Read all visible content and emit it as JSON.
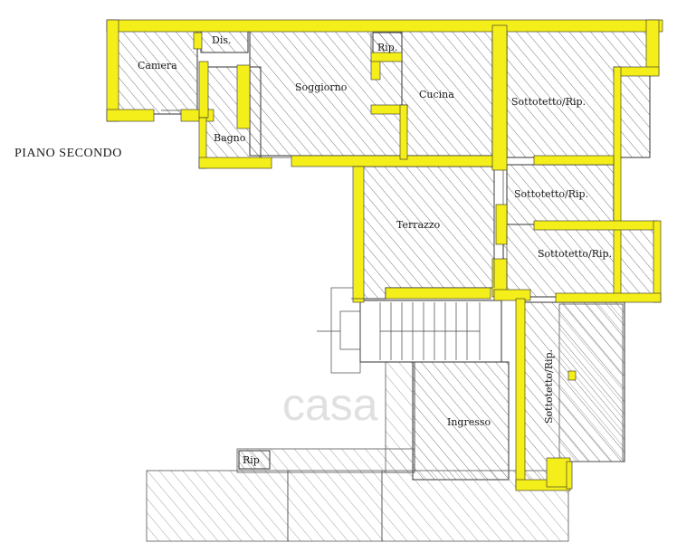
{
  "floor_title": "PIANO SECONDO",
  "watermark": "casa",
  "colors": {
    "wall": "#f4ee1a",
    "hatch": "#555555"
  },
  "rooms": {
    "camera": "Camera",
    "dis": "Dis.",
    "rip_top": "Rip.",
    "soggiorno": "Soggiorno",
    "cucina": "Cucina",
    "bagno": "Bagno",
    "sottotetto_1": "Sottotetto/Rip.",
    "sottotetto_2": "Sottotetto/Rip.",
    "sottotetto_3": "Sottotetto/Rip.",
    "sottotetto_4": "Sottotetto/Rip.",
    "terrazzo": "Terrazzo",
    "ingresso": "Ingresso",
    "rip_bottom": "Rip"
  }
}
